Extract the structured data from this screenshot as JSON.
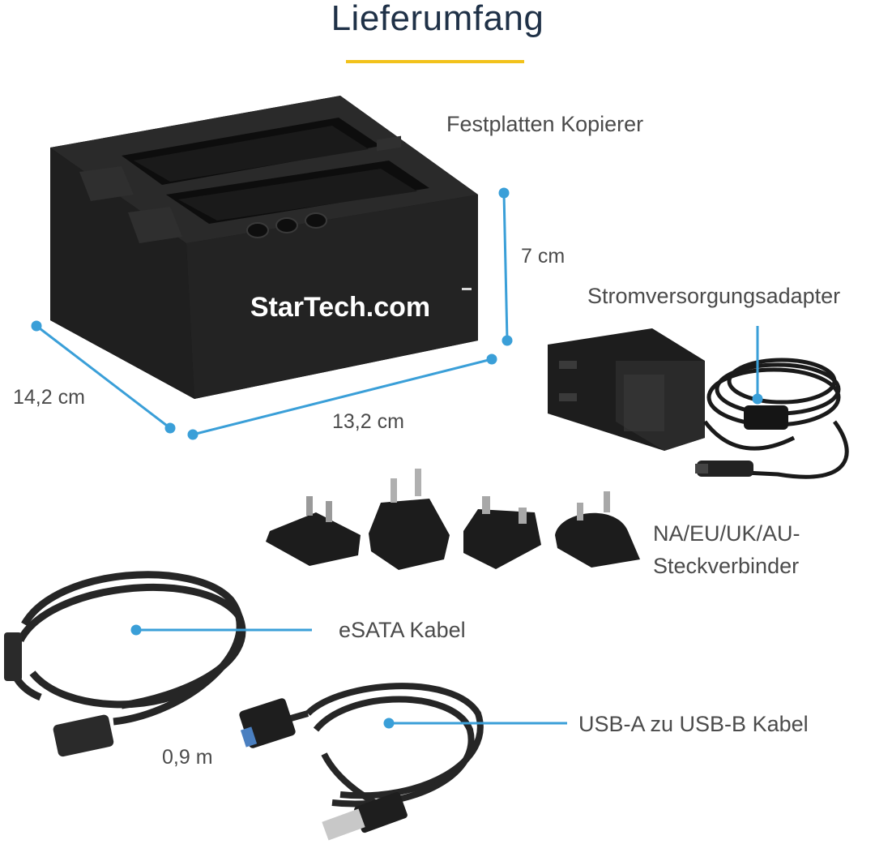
{
  "header": {
    "title": "Lieferumfang"
  },
  "colors": {
    "accent_line": "#f2c21b",
    "dimension_line": "#3a9fd8",
    "title_text": "#1f3147",
    "label_text": "#4b4b4b",
    "product_body": "#1c1c1c"
  },
  "product": {
    "brand_logo_text": "StarTech.com"
  },
  "items": {
    "duplicator": {
      "label": "Festplatten Kopierer"
    },
    "power_adapter": {
      "label": "Stromversorgungsadapter"
    },
    "plugs": {
      "label_line1": "NA/EU/UK/AU-",
      "label_line2": "Steckverbinder"
    },
    "esata_cable": {
      "label": "eSATA Kabel"
    },
    "usb_cable": {
      "label": "USB-A zu USB-B Kabel"
    }
  },
  "dimensions": {
    "height": "7 cm",
    "depth": "14,2 cm",
    "width": "13,2 cm",
    "cable_length": "0,9 m"
  }
}
